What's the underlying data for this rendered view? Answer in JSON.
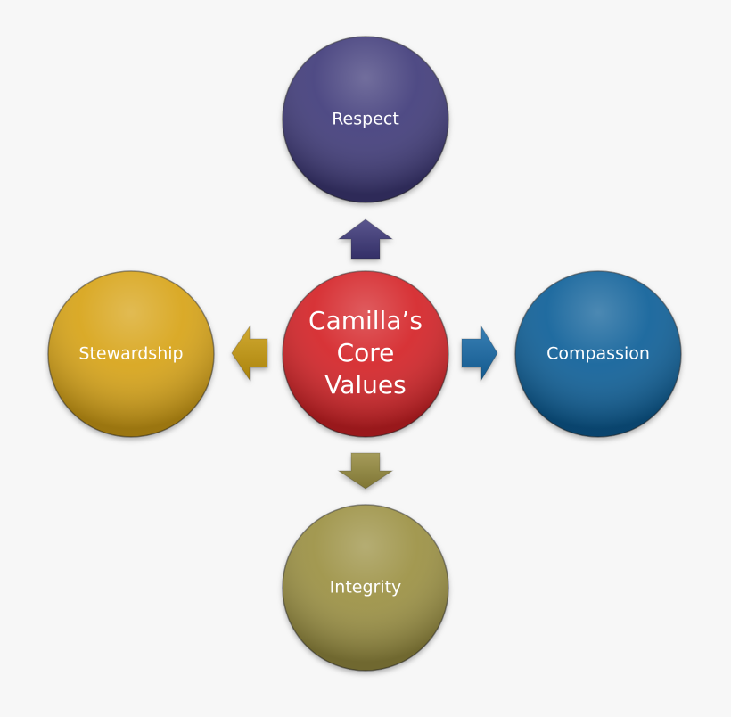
{
  "center": {
    "lines": [
      "Camilla’s",
      "Core",
      "Values"
    ],
    "color": "#d42127"
  },
  "values": {
    "top": {
      "label": "Respect",
      "color": "#3f3a7a"
    },
    "right": {
      "label": "Compassion",
      "color": "#0f5f98"
    },
    "bottom": {
      "label": "Integrity",
      "color": "#9b9043"
    },
    "left": {
      "label": "Stewardship",
      "color": "#d7a315"
    }
  },
  "arrow_colors": {
    "up": "#3d387a",
    "right": "#1469a7",
    "down": "#958a3d",
    "left": "#c89a11"
  }
}
